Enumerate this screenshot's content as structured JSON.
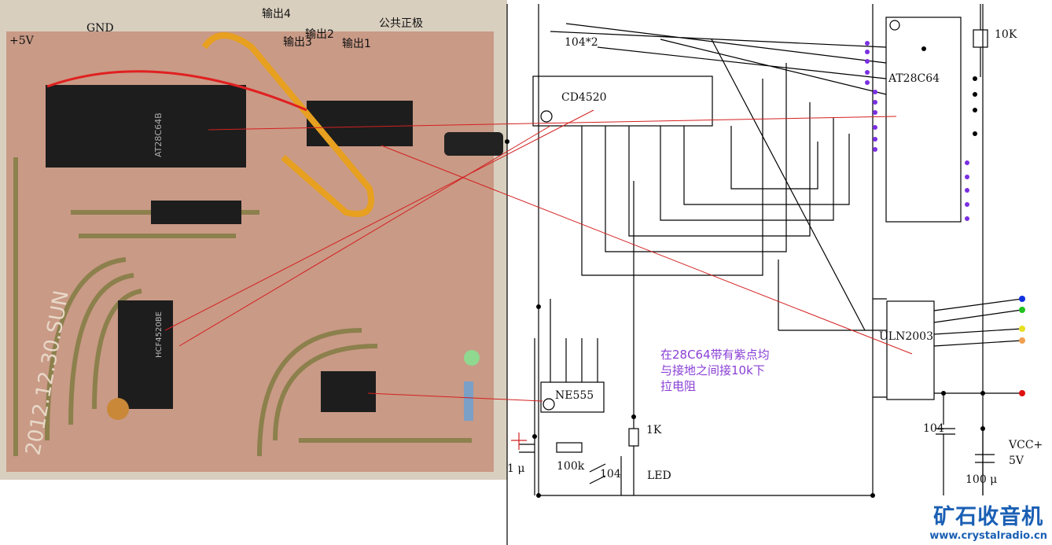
{
  "photo": {
    "wire_labels": {
      "plus5v": "+5V",
      "gnd": "GND",
      "out4": "输出4",
      "out3": "输出3",
      "out2": "输出2",
      "out1": "输出1",
      "common_positive": "公共正极"
    },
    "pcb_markings": [
      "AT28C64B",
      "HCF4520BE",
      "2012.12.30.SUN"
    ]
  },
  "schematic": {
    "labels": {
      "cap_104x2": "104*2",
      "cd4520": "CD4520",
      "at28c64": "AT28C64",
      "res_10k": "10K",
      "uln2003": "ULN2003",
      "ne555": "NE555",
      "res_1k": "1K",
      "cap_1u": "1 μ",
      "res_100k": "100k",
      "cap_104_a": "104",
      "led": "LED",
      "cap_104_b": "104",
      "vcc": "VCC+",
      "vcc_v": "5V",
      "cap_100u": "100 μ"
    },
    "note_lines": [
      "在28C64带有紫点均",
      "与接地之间接10k下",
      "拉电阻"
    ],
    "colors": {
      "note": "#8a3fd6",
      "pointer": "#d42020",
      "dot": "#7a2fe0"
    },
    "output_dot_colors": [
      "#1030e0",
      "#20c020",
      "#e8e020",
      "#f0a050",
      "#e01010"
    ]
  },
  "watermark": {
    "title": "矿石收音机",
    "url": "www.crystalradio.cn"
  }
}
